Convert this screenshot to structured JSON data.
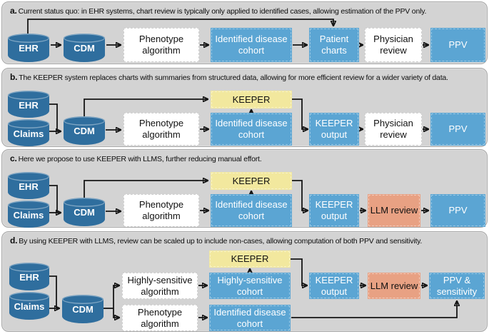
{
  "figure": {
    "colors": {
      "panel_background": "#d3d3d3",
      "panel_border": "#a7a7a7",
      "database_blue": "#2f6e9e",
      "box_blue": "#5ba5d3",
      "box_yellow": "#f2e89e",
      "box_orange": "#e8a183",
      "box_white": "#ffffff",
      "arrow_black": "#151515"
    },
    "panels": [
      {
        "id": "a",
        "label": "a.",
        "caption": "Current status quo: in EHR systems, chart review is typically only applied to identified cases, allowing estimation of the PPV only.",
        "nodes": {
          "ehr": "EHR",
          "cdm": "CDM",
          "phenotype_algorithm": "Phenotype algorithm",
          "identified_cohort": "Identified disease cohort",
          "patient_charts": "Patient charts",
          "physician_review": "Physician review",
          "ppv": "PPV"
        }
      },
      {
        "id": "b",
        "label": "b.",
        "caption": "The KEEPER system replaces charts with summaries from structured data, allowing for more efficient review for a wider variety of data.",
        "nodes": {
          "ehr": "EHR",
          "claims": "Claims",
          "cdm": "CDM",
          "phenotype_algorithm": "Phenotype algorithm",
          "keeper": "KEEPER",
          "identified_cohort": "Identified disease cohort",
          "keeper_output": "KEEPER output",
          "physician_review": "Physician review",
          "ppv": "PPV"
        }
      },
      {
        "id": "c",
        "label": "c.",
        "caption": "Here we propose to use KEEPER with LLMS, further reducing manual effort.",
        "nodes": {
          "ehr": "EHR",
          "claims": "Claims",
          "cdm": "CDM",
          "phenotype_algorithm": "Phenotype algorithm",
          "keeper": "KEEPER",
          "identified_cohort": "Identified disease cohort",
          "keeper_output": "KEEPER output",
          "llm_review": "LLM review",
          "ppv": "PPV"
        }
      },
      {
        "id": "d",
        "label": "d.",
        "caption": "By using KEEPER with LLMS, review can be scaled up to include non-cases, allowing computation of both PPV and sensitivity.",
        "nodes": {
          "ehr": "EHR",
          "claims": "Claims",
          "cdm": "CDM",
          "highly_sensitive_algorithm": "Highly-sensitive algorithm",
          "phenotype_algorithm": "Phenotype algorithm",
          "keeper": "KEEPER",
          "highly_sensitive_cohort": "Highly-sensitive cohort",
          "identified_cohort": "Identified disease cohort",
          "keeper_output": "KEEPER output",
          "llm_review": "LLM review",
          "ppv_sensitivity": "PPV & sensitivity"
        }
      }
    ]
  }
}
